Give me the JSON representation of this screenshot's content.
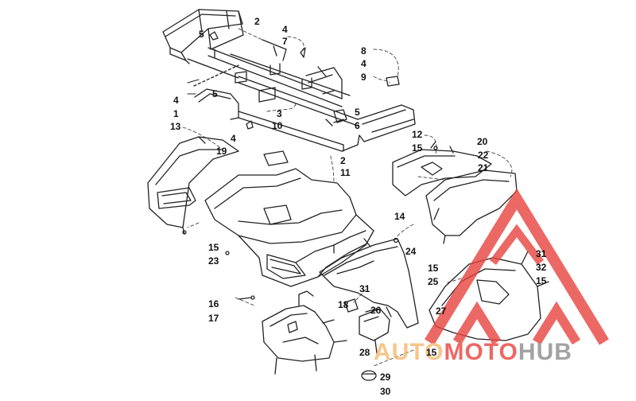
{
  "diagram": {
    "callouts": [
      {
        "id": "c2a",
        "text": "2"
      },
      {
        "id": "c4a",
        "text": "4"
      },
      {
        "id": "c5a",
        "text": "5"
      },
      {
        "id": "c7",
        "text": "7"
      },
      {
        "id": "c8",
        "text": "8"
      },
      {
        "id": "c4b",
        "text": "4"
      },
      {
        "id": "c9",
        "text": "9"
      },
      {
        "id": "c5b",
        "text": "5"
      },
      {
        "id": "c4c",
        "text": "4"
      },
      {
        "id": "c1",
        "text": "1"
      },
      {
        "id": "c3",
        "text": "3"
      },
      {
        "id": "c5c",
        "text": "5"
      },
      {
        "id": "c10",
        "text": "10"
      },
      {
        "id": "c6",
        "text": "6"
      },
      {
        "id": "c13",
        "text": "13"
      },
      {
        "id": "c4d",
        "text": "4"
      },
      {
        "id": "c12",
        "text": "12"
      },
      {
        "id": "c15a",
        "text": "15"
      },
      {
        "id": "c20",
        "text": "20"
      },
      {
        "id": "c22",
        "text": "22"
      },
      {
        "id": "c21",
        "text": "21"
      },
      {
        "id": "c23",
        "text": "23"
      },
      {
        "id": "c2b",
        "text": "2"
      },
      {
        "id": "c11",
        "text": "11"
      },
      {
        "id": "c19",
        "text": "19"
      },
      {
        "id": "c14",
        "text": "14"
      },
      {
        "id": "c15b",
        "text": "15"
      },
      {
        "id": "c24",
        "text": "24"
      },
      {
        "id": "c31a",
        "text": "31"
      },
      {
        "id": "c32",
        "text": "32"
      },
      {
        "id": "c15c",
        "text": "15"
      },
      {
        "id": "c15d",
        "text": "15"
      },
      {
        "id": "c25",
        "text": "25"
      },
      {
        "id": "c31b",
        "text": "31"
      },
      {
        "id": "c16",
        "text": "16"
      },
      {
        "id": "c17",
        "text": "17"
      },
      {
        "id": "c18",
        "text": "18"
      },
      {
        "id": "c26",
        "text": "26"
      },
      {
        "id": "c27",
        "text": "27"
      },
      {
        "id": "c28",
        "text": "28"
      },
      {
        "id": "c15e",
        "text": "15"
      },
      {
        "id": "c29",
        "text": "29"
      },
      {
        "id": "c30",
        "text": "30"
      }
    ]
  },
  "watermark": {
    "part1": "AUTO",
    "part2": "MOTO",
    "part3": "HUB",
    "color_part1": "#f4b86e",
    "color_part2": "#e8433f",
    "color_part3": "#8c8c8c"
  }
}
